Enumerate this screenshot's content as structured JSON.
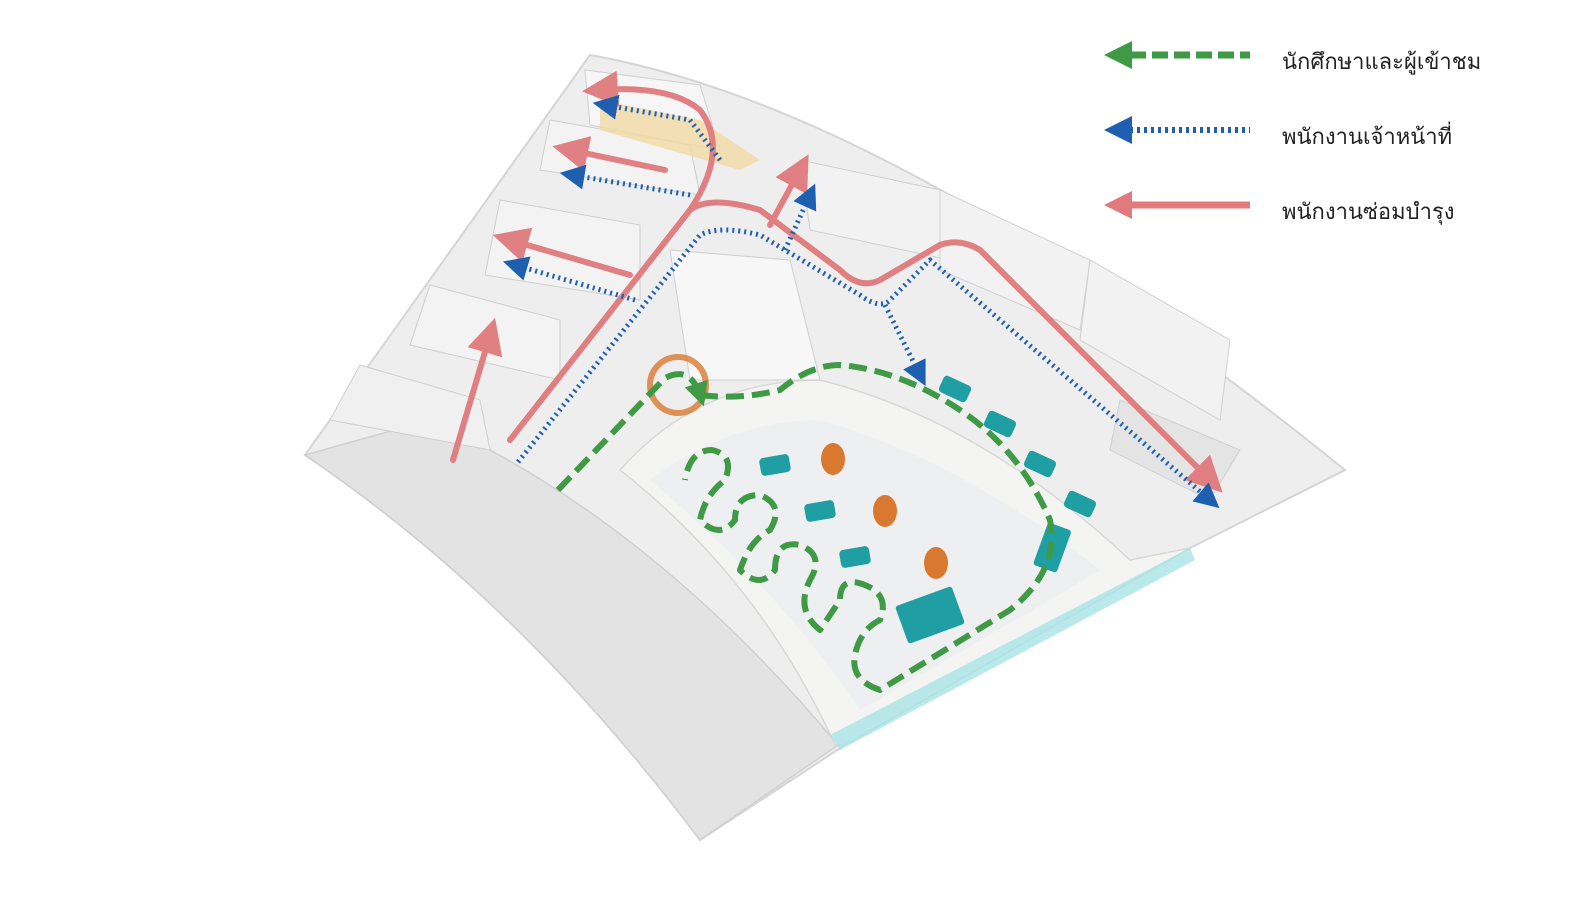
{
  "colors": {
    "visitor": "#3f9a45",
    "staff": "#1f5fb0",
    "maintenance": "#e07a7c",
    "wall": "#f1f1f1",
    "floor": "#e6e6e6",
    "teal": "#1f9fa3",
    "orange": "#d9782f"
  },
  "legend": {
    "items": [
      {
        "id": "visitor",
        "label": "นักศึกษาและผู้เข้าชม",
        "line_style": "dashed",
        "icon": "arrow-left-dashed"
      },
      {
        "id": "staff",
        "label": "พนักงานเจ้าหน้าที่",
        "line_style": "dotted",
        "icon": "arrow-left-dotted"
      },
      {
        "id": "maintenance",
        "label": "พนักงานซ่อมบำรุง",
        "line_style": "solid",
        "icon": "arrow-left-solid"
      }
    ]
  }
}
